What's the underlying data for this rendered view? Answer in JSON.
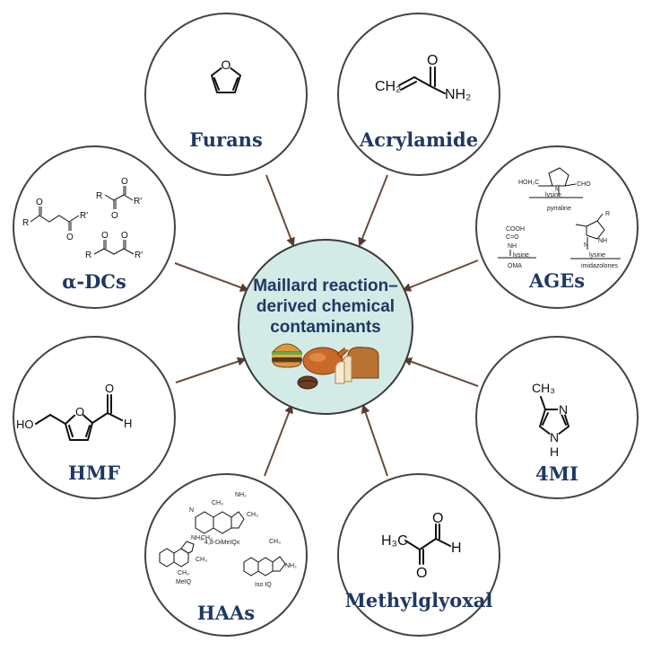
{
  "center": {
    "lines": [
      "Maillard reaction–",
      "derived chemical",
      "contaminants"
    ]
  },
  "nodes": {
    "furans": {
      "label": "Furans"
    },
    "acrylamide": {
      "label": "Acrylamide",
      "structure": {
        "ch2": "CH₂",
        "nh2": "NH₂",
        "o": "O"
      }
    },
    "ages": {
      "label": "AGEs",
      "structure": {
        "pyrraline": "pyrraline",
        "hoh2c": "HOH₂C",
        "n": "N",
        "cho": "CHO",
        "lysine": "lysine",
        "cooh": "COOH",
        "co": "C=O",
        "nh": "NH",
        "oma": "OMA",
        "imidazolones": "imidazolones",
        "r": "R",
        "n2": "N",
        "nh2": "NH"
      }
    },
    "adcs": {
      "label": "α-DCs",
      "structure": {
        "o": "O",
        "r": "R",
        "rp": "R'"
      }
    },
    "mi4": {
      "label": "4MI",
      "structure": {
        "ch3": "CH₃",
        "n": "N",
        "h": "H"
      }
    },
    "hmf": {
      "label": "HMF",
      "structure": {
        "ho": "HO",
        "o": "O",
        "h": "H"
      }
    },
    "methylglyoxal": {
      "label": "Methylglyoxal",
      "structure": {
        "h3c": "H₃C",
        "o": "O",
        "h": "H"
      }
    },
    "haas": {
      "label": "HAAs",
      "structure": {
        "dimeiqx": "4,8-DiMeIQx",
        "meiq": "MeIQ",
        "isoiq": "Iso IQ",
        "nh2": "NH₂",
        "ch3": "CH₃",
        "n": "N"
      }
    }
  },
  "colors": {
    "circle_stroke": "#4a4140",
    "center_fill": "#d3ebe6",
    "center_stroke": "#3a3a3a",
    "arrow": "#5b3a2e",
    "label": "#1f3864"
  },
  "icons": [
    "burger-icon",
    "roast-chicken-icon",
    "bread-loaf-icon",
    "coffee-bean-icon"
  ]
}
